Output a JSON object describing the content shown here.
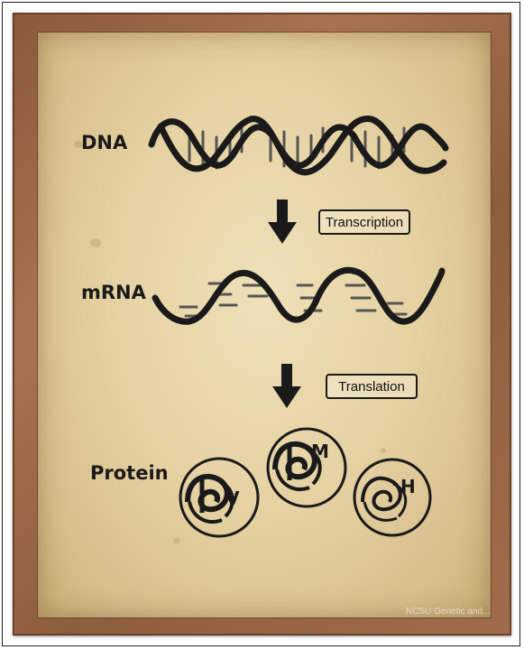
{
  "labels": {
    "dna": "DNA",
    "mrna": "mRNA",
    "protein": "Protein"
  },
  "steps": {
    "transcription": "Transcription",
    "translation": "Translation"
  },
  "proteins": [
    "V",
    "M",
    "H"
  ],
  "watermark": "NCSU Genetic and...",
  "colors": {
    "ink": "#1a1a1a",
    "paper": "#e6d2a3",
    "frame": "#9a6a48"
  }
}
